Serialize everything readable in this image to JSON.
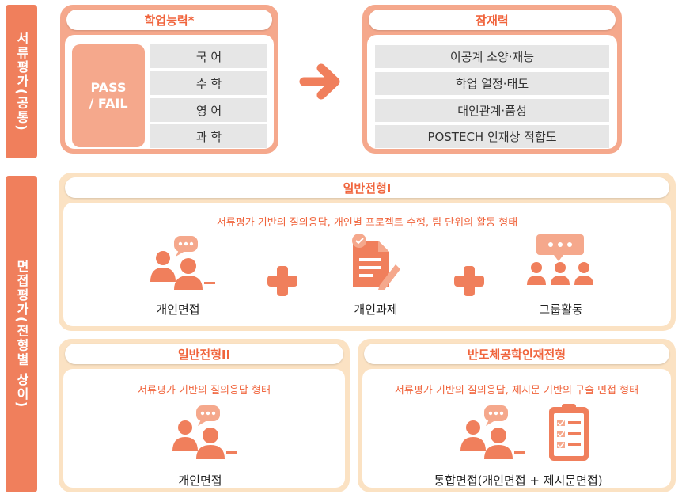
{
  "side_top": "서류평가(공통)",
  "side_bottom": "면접평가(전형별 상이)",
  "academic": {
    "title": "학업능력*",
    "pass_line1": "PASS",
    "pass_line2": "/ FAIL",
    "subjects": [
      "국 어",
      "수 학",
      "영 어",
      "과 학"
    ]
  },
  "potential": {
    "title": "잠재력",
    "items": [
      "이공계 소양·재능",
      "학업 열정·태도",
      "대인관계·품성",
      "POSTECH 인재상 적합도"
    ]
  },
  "general1": {
    "title": "일반전형I",
    "description": "서류평가 기반의 질의응답, 개인별 프로젝트 수행, 팀 단위의 활동 형태",
    "labels": [
      "개인면접",
      "개인과제",
      "그룹활동"
    ]
  },
  "general2": {
    "title": "일반전형II",
    "description": "서류평가 기반의 질의응답 형태",
    "label": "개인면접"
  },
  "semi": {
    "title": "반도체공학인재전형",
    "description": "서류평가 기반의 질의응답, 제시문 기반의 구술 면접 형태",
    "label": "통합면접(개인면접 + 제시문면접)"
  },
  "colors": {
    "orange": "#f07f5c",
    "peach": "#f5a88c",
    "cream": "#fbe2c3",
    "accent_text": "#f0643c"
  }
}
